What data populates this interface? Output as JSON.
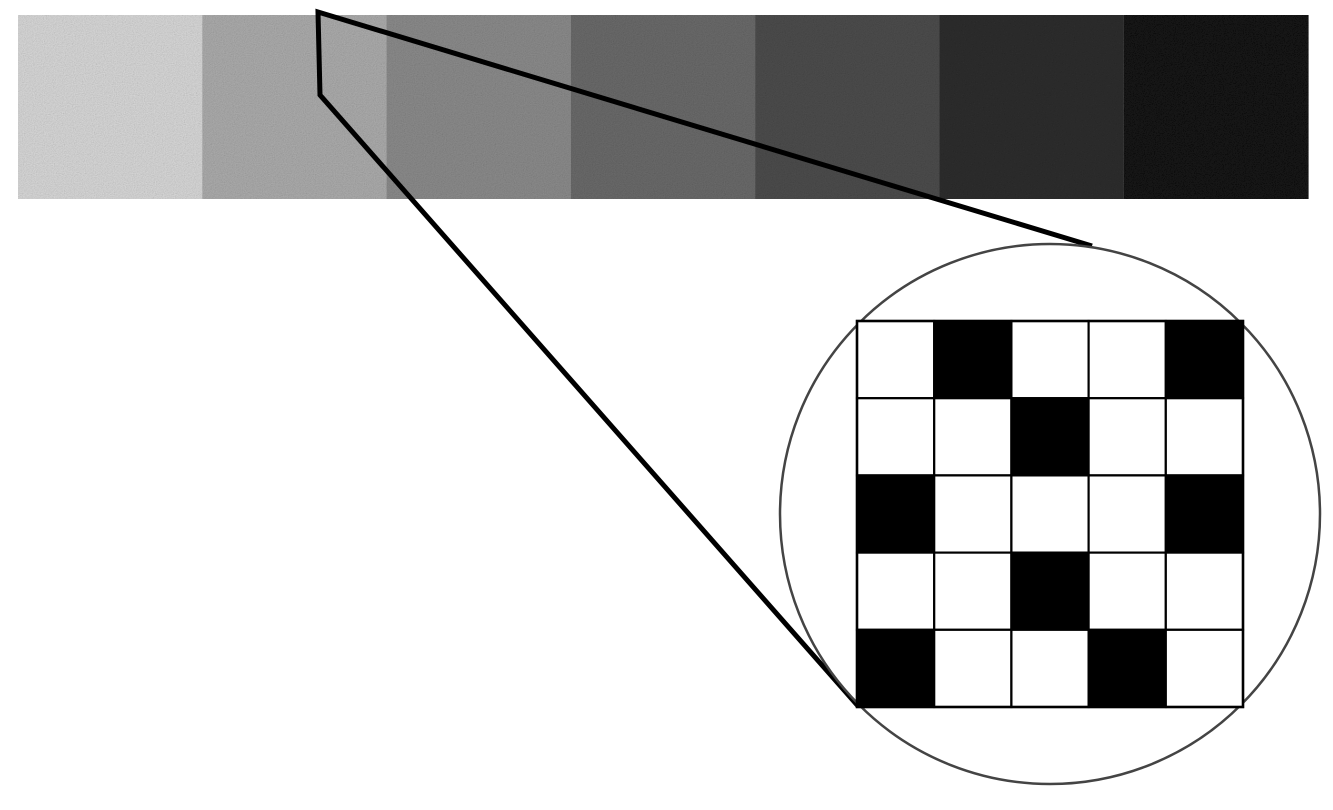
{
  "colors": {
    "background": "#ffffff",
    "ink": "#000000",
    "cell_filled": "#000000",
    "cell_empty": "#ffffff",
    "grid_line": "#000000",
    "circle_stroke": "#444444"
  },
  "gradient_strip": {
    "steps": 7,
    "step_gray_levels": [
      0.85,
      0.68,
      0.55,
      0.42,
      0.3,
      0.18,
      0.08
    ]
  },
  "magnified_cell": {
    "rows": 5,
    "cols": 5,
    "pattern": [
      [
        0,
        1,
        0,
        0,
        1
      ],
      [
        0,
        0,
        1,
        0,
        0
      ],
      [
        1,
        0,
        0,
        0,
        1
      ],
      [
        0,
        0,
        1,
        0,
        0
      ],
      [
        1,
        0,
        0,
        1,
        0
      ]
    ]
  }
}
